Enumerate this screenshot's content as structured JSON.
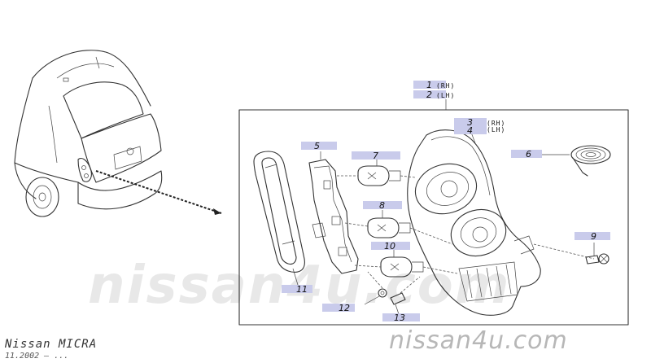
{
  "callouts": [
    {
      "number": "1",
      "suffix": "(RH)"
    },
    {
      "number": "2",
      "suffix": "(LH)"
    },
    {
      "number": "3",
      "suffix": "(RH)"
    },
    {
      "number": "4",
      "suffix": "(LH)"
    },
    {
      "number": "5",
      "suffix": ""
    },
    {
      "number": "6",
      "suffix": ""
    },
    {
      "number": "7",
      "suffix": ""
    },
    {
      "number": "8",
      "suffix": ""
    },
    {
      "number": "9",
      "suffix": ""
    },
    {
      "number": "10",
      "suffix": ""
    },
    {
      "number": "11",
      "suffix": ""
    },
    {
      "number": "12",
      "suffix": ""
    },
    {
      "number": "13",
      "suffix": ""
    }
  ],
  "footer": {
    "model": "Nissan MICRA",
    "date": "11.2002 – ..."
  },
  "watermark": {
    "center": "nissan4u.com",
    "corner": "nissan4u.com"
  },
  "colors": {
    "label_highlight": "#c9cbeb",
    "line": "#333333",
    "watermark": "#b7b7b7"
  }
}
